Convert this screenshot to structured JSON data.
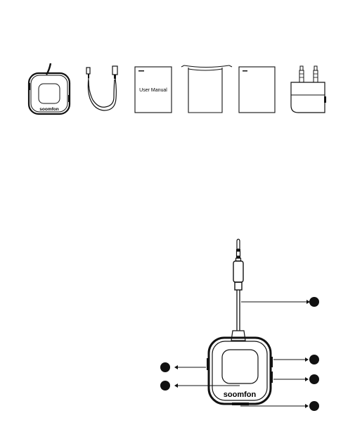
{
  "package_contents": {
    "manual_label": "User Manual",
    "device_brand": "soomfon"
  },
  "diagram": {
    "device_brand": "soomfon",
    "callouts": [
      {
        "side": "right",
        "target": "audio-cable"
      },
      {
        "side": "left",
        "target": "left-upper-button"
      },
      {
        "side": "left",
        "target": "left-lower-button"
      },
      {
        "side": "right",
        "target": "right-upper-button"
      },
      {
        "side": "right",
        "target": "right-lower-button"
      },
      {
        "side": "right",
        "target": "bottom-port"
      }
    ]
  },
  "colors": {
    "ink": "#111111",
    "callout_dot": "#111111",
    "background": "#ffffff"
  }
}
